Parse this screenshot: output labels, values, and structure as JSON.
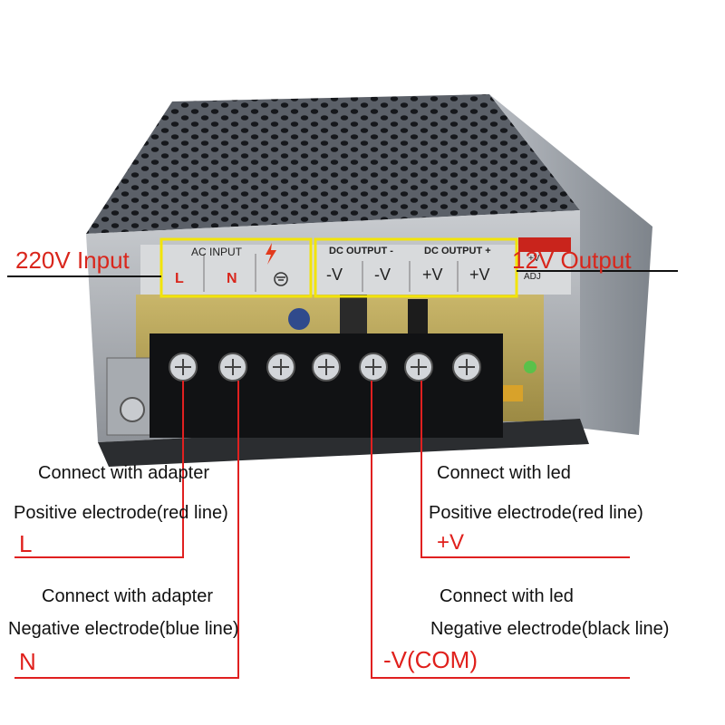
{
  "header": {
    "input_label": "220V Input",
    "output_label": "12V Output"
  },
  "device": {
    "ac_input": "AC INPUT",
    "dc_output_neg": "DC OUTPUT -",
    "dc_output_pos": "DC OUTPUT +",
    "terminal_l": "L",
    "terminal_n": "N",
    "terminal_neg1": "-V",
    "terminal_neg2": "-V",
    "terminal_pos1": "+V",
    "terminal_pos2": "+V",
    "adj": "ADJ",
    "vadj": "+V"
  },
  "left": {
    "adapter_pos_line1": "Connect with adapter",
    "adapter_pos_line2": "Positive electrode(red line)",
    "adapter_pos_code": "L",
    "adapter_neg_line1": "Connect with adapter",
    "adapter_neg_line2": "Negative electrode(blue line)",
    "adapter_neg_code": "N"
  },
  "right": {
    "led_pos_line1": "Connect with led",
    "led_pos_line2": "Positive electrode(red line)",
    "led_pos_code": "+V",
    "led_neg_line1": "Connect with led",
    "led_neg_line2": "Negative electrode(black line)",
    "led_neg_code": "-V(COM)"
  },
  "colors": {
    "annotation_red": "#e0201c",
    "highlight_yellow": "#f2e40a",
    "line_red": "#e02020",
    "line_black": "#111111"
  }
}
